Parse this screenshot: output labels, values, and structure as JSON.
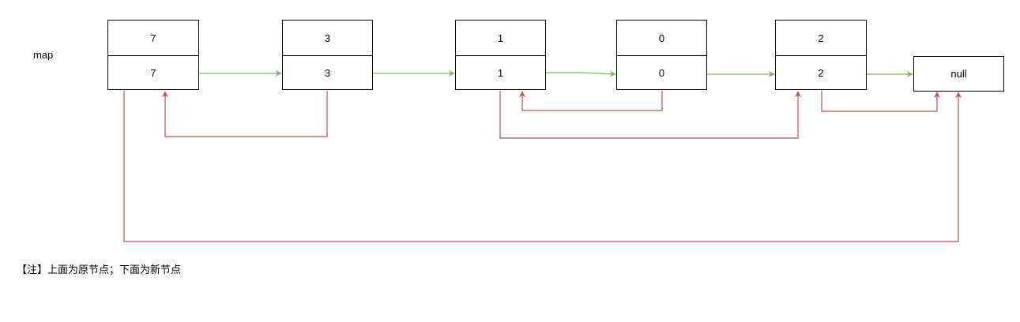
{
  "map_label": "map",
  "nodes": [
    {
      "original": "7",
      "copy": "7"
    },
    {
      "original": "3",
      "copy": "3"
    },
    {
      "original": "1",
      "copy": "1"
    },
    {
      "original": "0",
      "copy": "0"
    },
    {
      "original": "2",
      "copy": "2"
    }
  ],
  "null_label": "null",
  "note": "【注】上面为原节点；下面为新节点",
  "colors": {
    "next_edge": "#82b366",
    "random_edge": "#b85450",
    "border": "#000000"
  }
}
